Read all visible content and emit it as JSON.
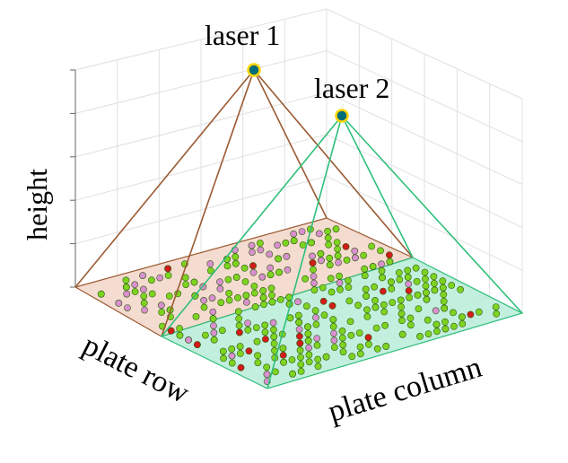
{
  "labels": {
    "laser1": "laser 1",
    "laser2": "laser 2",
    "z_axis": "height",
    "row_axis": "plate row",
    "col_axis": "plate column"
  },
  "colors": {
    "laser1_beam": "#9a5a32",
    "laser2_beam": "#2fbf7a",
    "laser1_region": "#f3d6c8",
    "laser2_region": "#b8ecd8",
    "laser_marker_fill": "#006d7a",
    "laser_marker_ring": "#ffd400",
    "point_green": "#7ed321",
    "point_pink": "#d98fd0",
    "point_red": "#d41a1a",
    "point_outline": "#2e5e10"
  },
  "legend_counts": {
    "dot_categories": [
      "green",
      "pink",
      "red"
    ]
  }
}
